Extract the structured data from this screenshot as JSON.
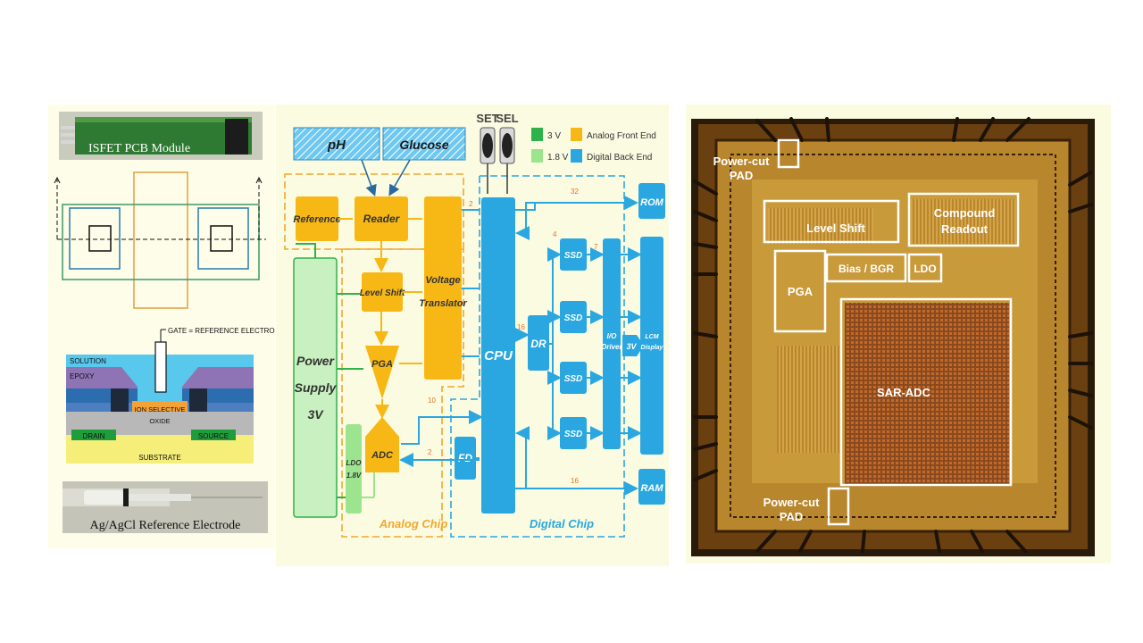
{
  "left": {
    "pcb_label": "ISFET PCB Module",
    "gate_label": "GATE = REFERENCE ELECTRODE",
    "layers": {
      "solution": "SOLUTION",
      "epoxy": "EPOXY",
      "ion_selective": "ION SELECTIVE",
      "oxide": "OXIDE",
      "drain": "DRAIN",
      "source": "SOURCE",
      "substrate": "SUBSTRATE"
    },
    "electrode_label": "Ag/AgCl Reference Electrode"
  },
  "middle": {
    "sensors": {
      "ph": "pH",
      "glucose": "Glucose"
    },
    "buttons": {
      "set": "SET",
      "sel": "SEL"
    },
    "legend": {
      "v3": "3 V",
      "v18": "1.8 V",
      "afe": "Analog Front End",
      "dbe": "Digital Back End"
    },
    "blocks": {
      "reference": "Reference",
      "reader": "Reader",
      "level_shift": "Level Shift",
      "voltage": "Voltage",
      "translator": "Translator",
      "pga": "PGA",
      "adc": "ADC",
      "power": "Power",
      "supply": "Supply",
      "supply_v": "3V",
      "ldo": "LDO",
      "ldo_v": "1.8V",
      "cpu": "CPU",
      "dr": "DR",
      "fd": "FD",
      "ssd": "SSD",
      "io1": "I/O",
      "io2": "Driver",
      "v3": "3V",
      "lcm1": "LCM",
      "lcm2": "Display",
      "rom": "ROM",
      "ram": "RAM"
    },
    "bus_labels": {
      "b32": "32",
      "b16a": "16",
      "b16b": "16",
      "b10": "10",
      "b2a": "2",
      "b2b": "2",
      "b4": "4",
      "b7": "7"
    },
    "chip_labels": {
      "analog": "Analog Chip",
      "digital": "Digital Chip"
    }
  },
  "right": {
    "power_cut_top": [
      "Power-cut",
      "PAD"
    ],
    "level_shift": "Level Shift",
    "compound": [
      "Compound",
      "Readout"
    ],
    "bias": "Bias / BGR",
    "ldo": "LDO",
    "pga": "PGA",
    "sar": "SAR-ADC",
    "power_cut_bottom": [
      "Power-cut",
      "PAD"
    ]
  },
  "colors": {
    "analog_orange": "#f7b815",
    "digital_blue": "#2aa7e0",
    "green_3v": "#2db34a",
    "green_18v": "#9ce48e",
    "die_gold": "#9c6a16"
  }
}
